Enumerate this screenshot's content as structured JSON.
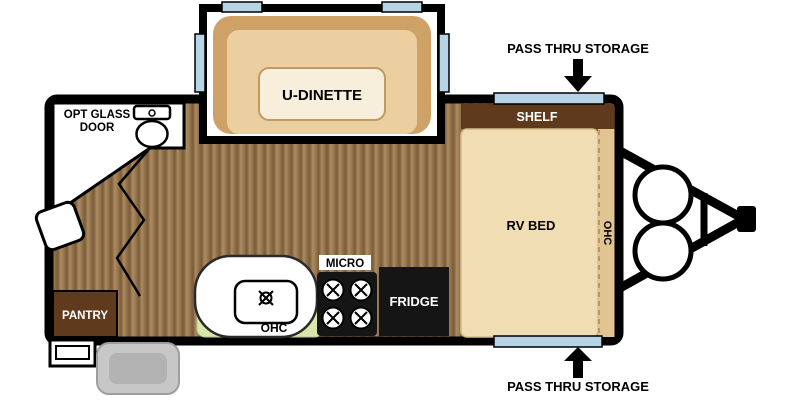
{
  "diagram": {
    "type": "rv-floorplan",
    "labels": {
      "dinette": "U-DINETTE",
      "pass_thru_top": "PASS THRU STORAGE",
      "pass_thru_bottom": "PASS THRU STORAGE",
      "opt_glass_door_line1": "OPT GLASS",
      "opt_glass_door_line2": "DOOR",
      "shelf": "SHELF",
      "rv_bed": "RV BED",
      "ohc_right_wall": "OHC",
      "ohc_kitchen": "OHC",
      "pantry": "PANTRY",
      "micro": "MICRO",
      "fridge": "FRIDGE"
    },
    "colors": {
      "wall": "#000000",
      "floor_dark": "#7c5c39",
      "floor_mid": "#96764e",
      "floor_light": "#ab8c62",
      "seat_back": "#cea267",
      "seat_cushion": "#eccfa0",
      "table_top": "#f7eedb",
      "bed": "#f0ddb4",
      "cabinet_dark_brown": "#5f3a1c",
      "ohc_tan": "#e2c493",
      "window_blue": "#b7d3e6",
      "counter_green": "#d7e6aa",
      "appliance_black": "#151515",
      "step_gray": "#c7c7c7",
      "step_gray_inner": "#b3b3b3",
      "white": "#ffffff"
    }
  }
}
